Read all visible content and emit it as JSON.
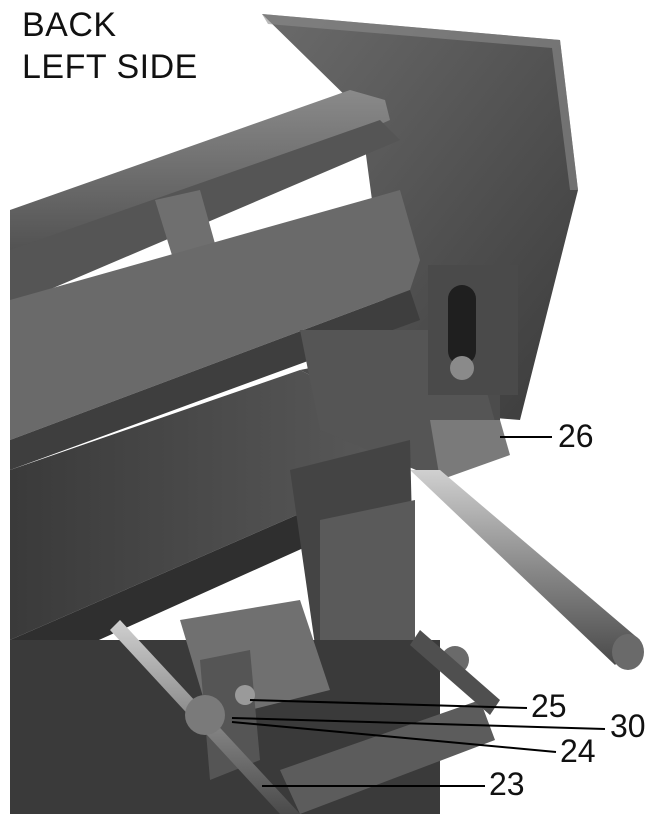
{
  "title": {
    "line1": "BACK",
    "line2": "LEFT SIDE"
  },
  "callouts": {
    "c26": "26",
    "c25": "25",
    "c30": "30",
    "c24": "24",
    "c23": "23"
  }
}
